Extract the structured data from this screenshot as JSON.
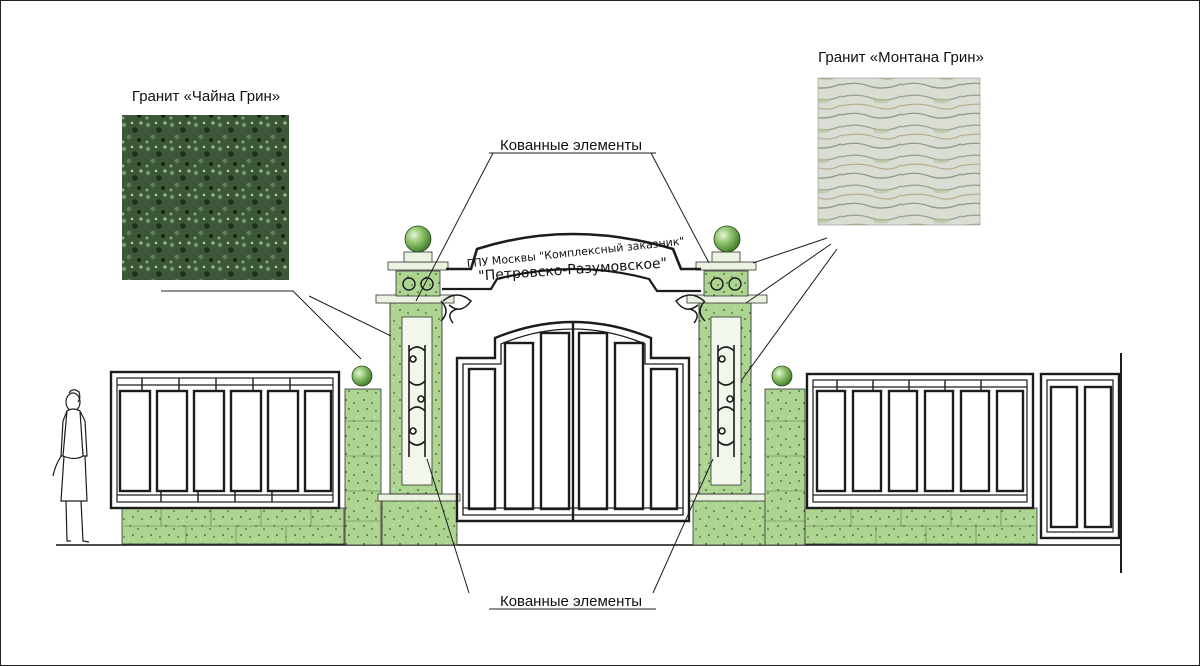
{
  "labels": {
    "china_green": "Гранит «Чайна Грин»",
    "montana_green": "Гранит «Монтана Грин»",
    "forged_top": "Кованные элементы",
    "forged_bottom": "Кованные элементы"
  },
  "arch_sign": {
    "line1": "ГПУ Москвы \"Комплексный заказник\"",
    "line2": "\"Петровско-Разумовское\""
  },
  "colors": {
    "granite_green": "#a9d18b",
    "granite_light": "#cfe6b9",
    "ball_green": "#8fc46d",
    "metal": "#1c1c1c",
    "china_swatch": "#3f5a3a",
    "montana_swatch": "#d7dcd2"
  }
}
